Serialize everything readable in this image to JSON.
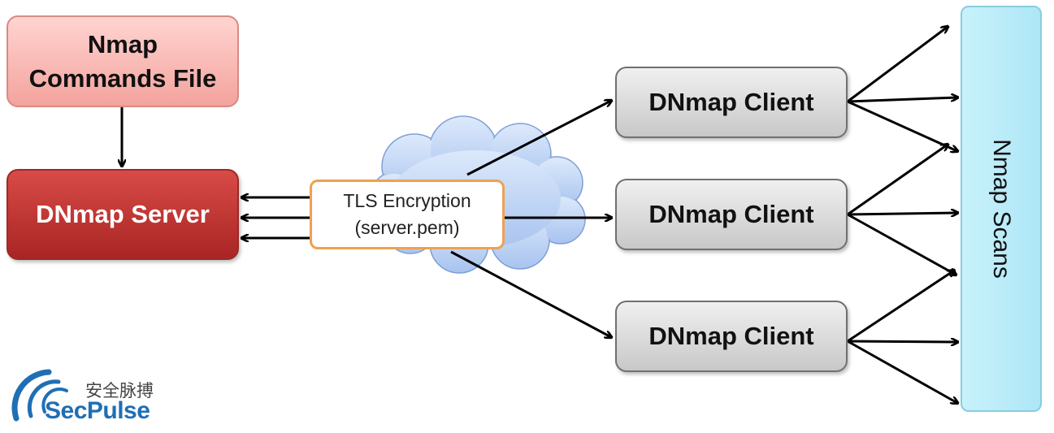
{
  "nodes": {
    "commands_file": "Nmap\nCommands File",
    "server": "DNmap Server",
    "tls": "TLS Encryption\n(server.pem)",
    "clients": [
      "DNmap Client",
      "DNmap Client",
      "DNmap Client"
    ],
    "scans": "Nmap Scans"
  },
  "logo": {
    "chinese": "安全脉搏",
    "english": "SecPulse"
  },
  "colors": {
    "commands_file": "#f4a39d",
    "server": "#b52e2b",
    "client": "#d8d8d8",
    "tls_border": "#f0a050",
    "cloud": "#bcd3f3",
    "scans": "#bdeef9",
    "logo": "#1f6fb4"
  }
}
